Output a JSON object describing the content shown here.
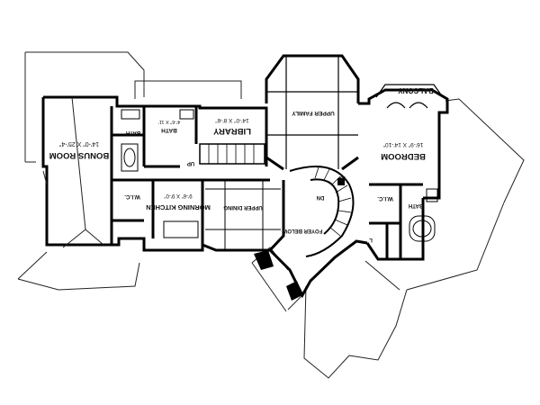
{
  "rooms": {
    "bonus_room": {
      "name": "BONUS ROOM",
      "dims": "14'-0\" X 25'-4\""
    },
    "bath_left": {
      "name": "BATH"
    },
    "bath_upper": {
      "name": "BATH",
      "dims": "4'-6\" X 11'"
    },
    "library": {
      "name": "LIBRARY",
      "dims": "14'-0\" X 8'-6\""
    },
    "upper_family": {
      "name": "UPPER FAMILY"
    },
    "balcony": {
      "name": "BALCONY"
    },
    "bedroom": {
      "name": "BEDROOM",
      "dims": "16'-9\" X 14'-10\""
    },
    "wic_left": {
      "name": "W.I.C."
    },
    "morning_kitchen": {
      "name": "MORNING KITCHEN",
      "dims": "9'-6\" X 9'-0\""
    },
    "upper_dining": {
      "name": "UPPER DINING"
    },
    "foyer_below": {
      "name": "FOYER BELOW"
    },
    "wic_right": {
      "name": "W.I.C."
    },
    "bath_right": {
      "name": "BATH"
    },
    "linen": {
      "name": "L"
    }
  },
  "stair_marks": {
    "up_1": "UP",
    "up_2": "UP",
    "dn": "DN"
  }
}
